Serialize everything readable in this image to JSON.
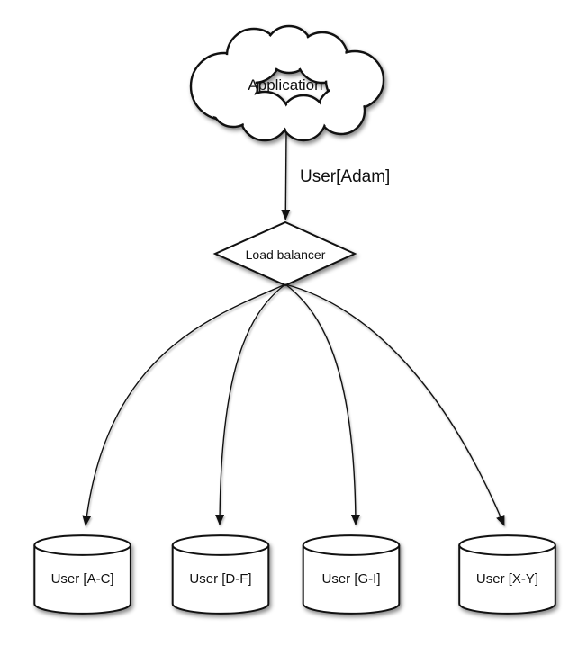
{
  "canvas": {
    "background": "#ffffff",
    "stroke_color": "#111111"
  },
  "diagram": {
    "type": "architecture-sharding-diagram",
    "nodes": {
      "application": {
        "shape": "cloud",
        "label": "Application"
      },
      "load_balancer": {
        "shape": "diamond",
        "label": "Load balancer"
      },
      "shards": [
        {
          "shape": "cylinder",
          "label": "User [A-C]"
        },
        {
          "shape": "cylinder",
          "label": "User [D-F]"
        },
        {
          "shape": "cylinder",
          "label": "User [G-I]"
        },
        {
          "shape": "cylinder",
          "label": "User [X-Y]"
        }
      ]
    },
    "edges": {
      "app_to_balancer": {
        "label": "User[Adam]",
        "style": "straight-arrow"
      },
      "balancer_to_shards": {
        "label": "",
        "style": "curved-arrows",
        "count": 4
      }
    }
  }
}
